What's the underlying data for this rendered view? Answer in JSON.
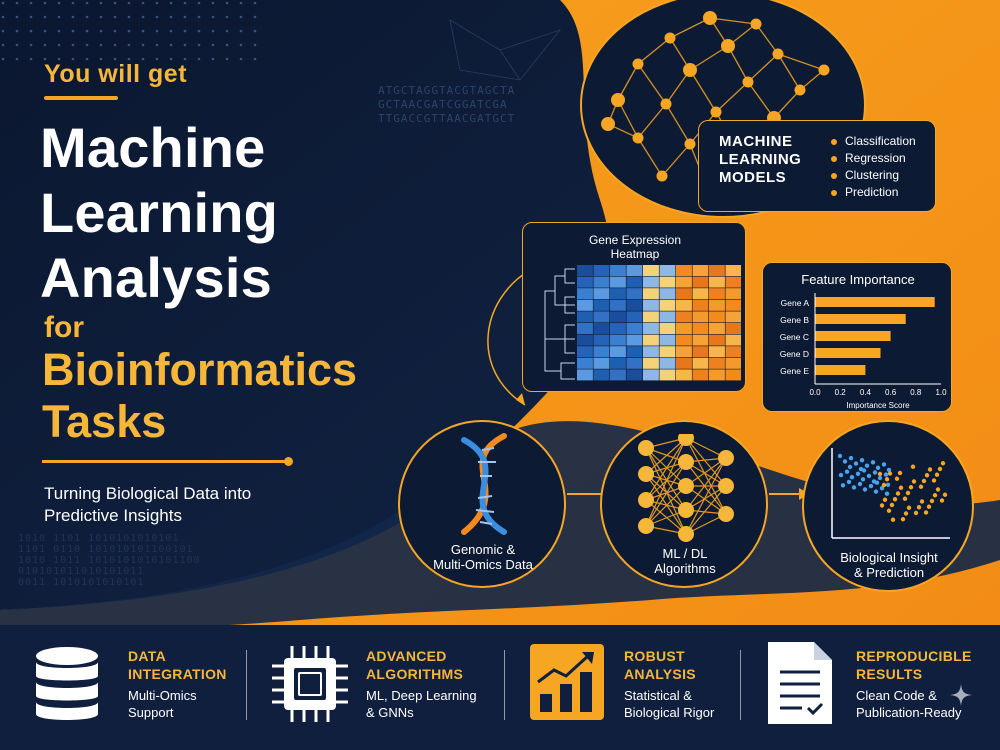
{
  "header": {
    "eyebrow": "You will get",
    "title_lines": [
      "Machine",
      "Learning",
      "Analysis"
    ],
    "for_text": "for",
    "accent_lines": [
      "Bioinformatics",
      "Tasks"
    ],
    "subtitle_lines": [
      "Turning Biological Data into",
      "Predictive Insights"
    ]
  },
  "background_text": {
    "dna": [
      "ATGCTAGGTACGTAGCTA",
      "GCTAACGATCGGATCGA",
      "TTGACCGTTAACGATGCT"
    ],
    "binary": [
      "1010  1101 1010101010101",
      "1101  0110 101010101100101",
      "1010  1011  1010101010101100",
      "010101011010101011",
      "0011 1010101010101"
    ]
  },
  "ml_models": {
    "title_lines": [
      "MACHINE",
      "LEARNING",
      "MODELS"
    ],
    "items": [
      "Classification",
      "Regression",
      "Clustering",
      "Prediction"
    ]
  },
  "heatmap": {
    "title_lines": [
      "Gene Expression",
      "Heatmap"
    ]
  },
  "chart_data": {
    "type": "bar",
    "orientation": "horizontal",
    "title": "Feature Importance",
    "categories": [
      "Gene A",
      "Gene B",
      "Gene C",
      "Gene D",
      "Gene E"
    ],
    "values": [
      0.95,
      0.72,
      0.6,
      0.52,
      0.4
    ],
    "xlabel": "Importance Score",
    "ylabel": "",
    "xlim": [
      0,
      1.0
    ],
    "xticks": [
      "0.0",
      "0.2",
      "0.4",
      "0.6",
      "0.8",
      "1.0"
    ],
    "grid": false,
    "bar_color": "#f6a623"
  },
  "pipeline": {
    "steps": [
      {
        "lines": [
          "Genomic &",
          "Multi-Omics Data"
        ]
      },
      {
        "lines": [
          "ML / DL",
          "Algorithms"
        ]
      },
      {
        "lines": [
          "Biological Insight",
          "& Prediction"
        ]
      }
    ]
  },
  "features": [
    {
      "icon": "database-icon",
      "title_lines": [
        "DATA",
        "INTEGRATION"
      ],
      "sub_lines": [
        "Multi-Omics",
        "Support"
      ]
    },
    {
      "icon": "chip-icon",
      "title_lines": [
        "ADVANCED",
        "ALGORITHMS"
      ],
      "sub_lines": [
        "ML, Deep Learning",
        "& GNNs"
      ]
    },
    {
      "icon": "growth-chart-icon",
      "title_lines": [
        "ROBUST",
        "ANALYSIS"
      ],
      "sub_lines": [
        "Statistical &",
        "Biological Rigor"
      ]
    },
    {
      "icon": "document-icon",
      "title_lines": [
        "REPRODUCIBLE",
        "RESULTS"
      ],
      "sub_lines": [
        "Clean Code &",
        "Publication-Ready"
      ]
    }
  ],
  "colors": {
    "navy": "#0d1a33",
    "accent": "#f6a623",
    "accent_text": "#f6b63a",
    "heat_low": "#1f5fb0",
    "heat_high": "#f28a1e"
  }
}
